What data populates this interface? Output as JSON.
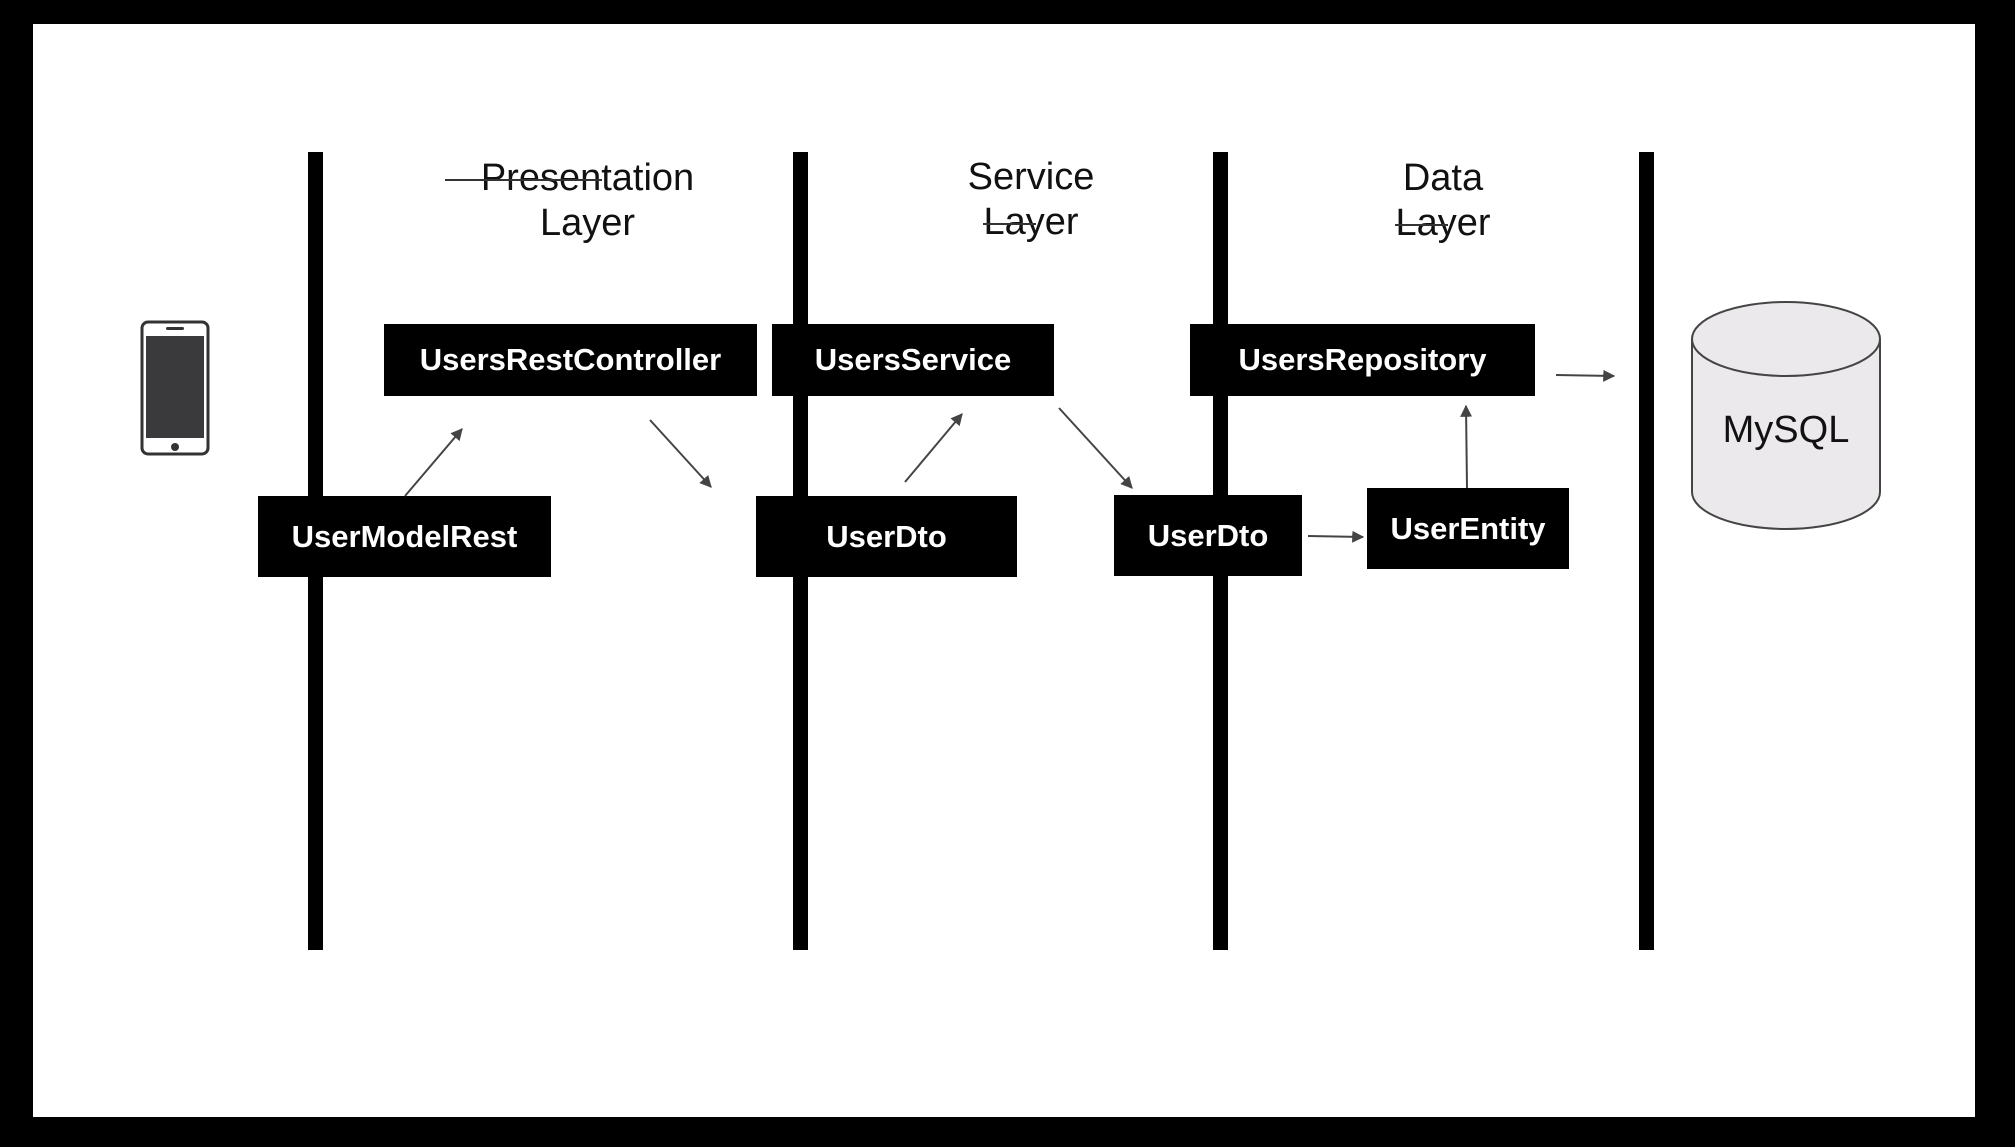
{
  "layers": {
    "presentation": {
      "line1": "Presentation",
      "line2": "Layer"
    },
    "service": {
      "line1": "Service",
      "line2": "Layer"
    },
    "data": {
      "line1": "Data",
      "line2": "Layer"
    }
  },
  "components": {
    "users_rest_controller": "UsersRestController",
    "user_model_rest": "UserModelRest",
    "users_service": "UsersService",
    "user_dto_service": "UserDto",
    "users_repository": "UsersRepository",
    "user_dto_data": "UserDto",
    "user_entity": "UserEntity"
  },
  "database": {
    "label": "MySQL"
  },
  "icons": {
    "client": "mobile-phone-icon",
    "database": "database-cylinder-icon"
  },
  "colors": {
    "background": "#000000",
    "canvas": "#ffffff",
    "box": "#000000",
    "box_text": "#ffffff",
    "db_fill": "#ebe9eb",
    "arrow": "#444444"
  }
}
